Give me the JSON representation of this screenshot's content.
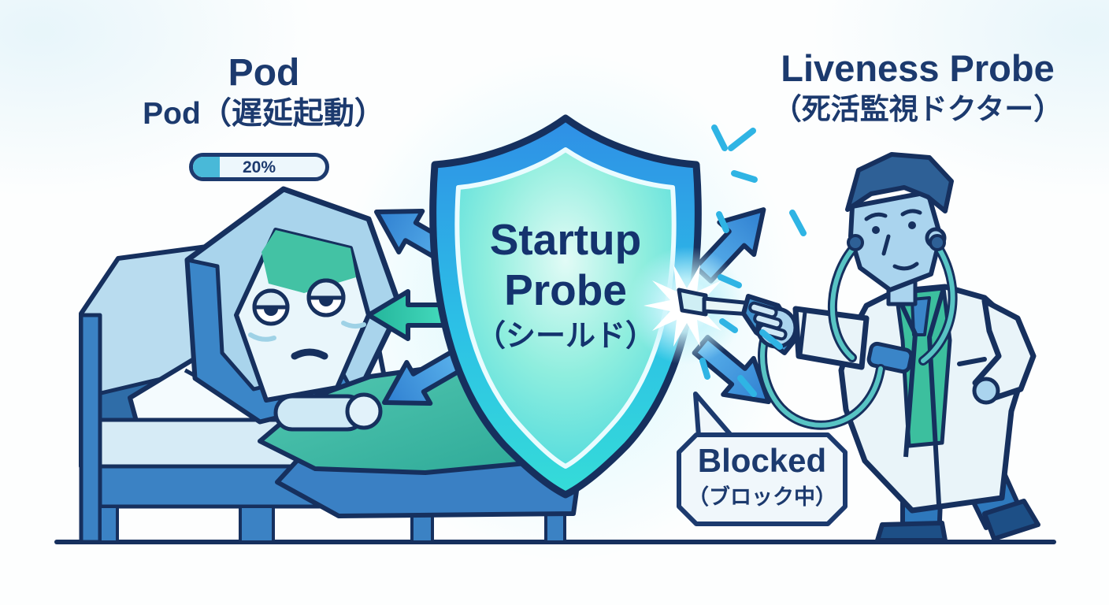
{
  "pod": {
    "title": "Pod",
    "subtitle": "Pod（遅延起動）",
    "progress_label": "20%",
    "progress_percent": 20
  },
  "shield": {
    "title_line1": "Startup",
    "title_line2": "Probe",
    "subtitle": "（シールド）"
  },
  "liveness": {
    "title": "Liveness Probe",
    "subtitle": "（死活監視ドクター）"
  },
  "blocked": {
    "title": "Blocked",
    "subtitle": "（ブロック中）"
  },
  "colors": {
    "outline_navy": "#16305e",
    "text_navy": "#1c3a6e",
    "frame_blue": "#3b82c4",
    "blanket_teal": "#3fbfae",
    "shield_cyan": "#2ec9e2",
    "progress_fill": "#49b9d8",
    "sparkle_cyan": "#2fb4e4"
  }
}
